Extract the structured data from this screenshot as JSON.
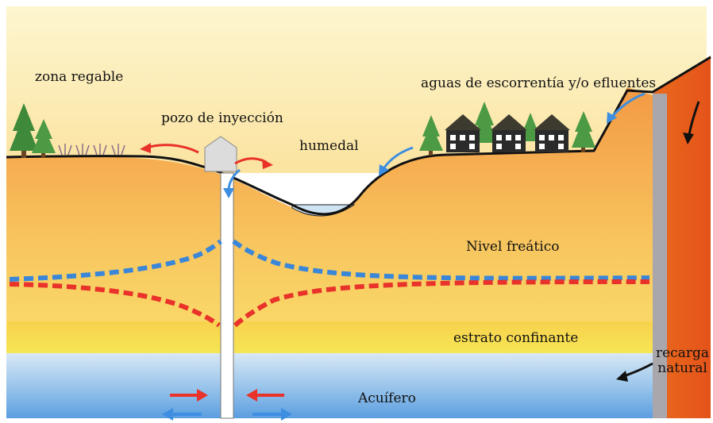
{
  "labels": {
    "irrigation_zone": "zona regable",
    "injection_well": "pozo de inyección",
    "wetland": "humedal",
    "runoff": "aguas de escorrentía y/o efluentes",
    "water_table": "Nivel freático",
    "confining_layer": "estrato confinante",
    "natural_recharge_line1": "recarga",
    "natural_recharge_line2": "natural",
    "aquifer": "Acuífero"
  },
  "colors": {
    "sky_top": "#fdf4c8",
    "sky_bottom": "#fbe6a6",
    "soil_top": "#f3a24a",
    "soil_mid": "#f8c45a",
    "confining": "#f7e04a",
    "aquifer_top": "#cfe3f5",
    "aquifer_bottom": "#6aa7e0",
    "wall": "#e8661e",
    "red_arrow": "#e8322a",
    "blue_arrow": "#3d8ee0",
    "water_table_blue": "#3a86d8",
    "water_table_red": "#e8322a"
  }
}
